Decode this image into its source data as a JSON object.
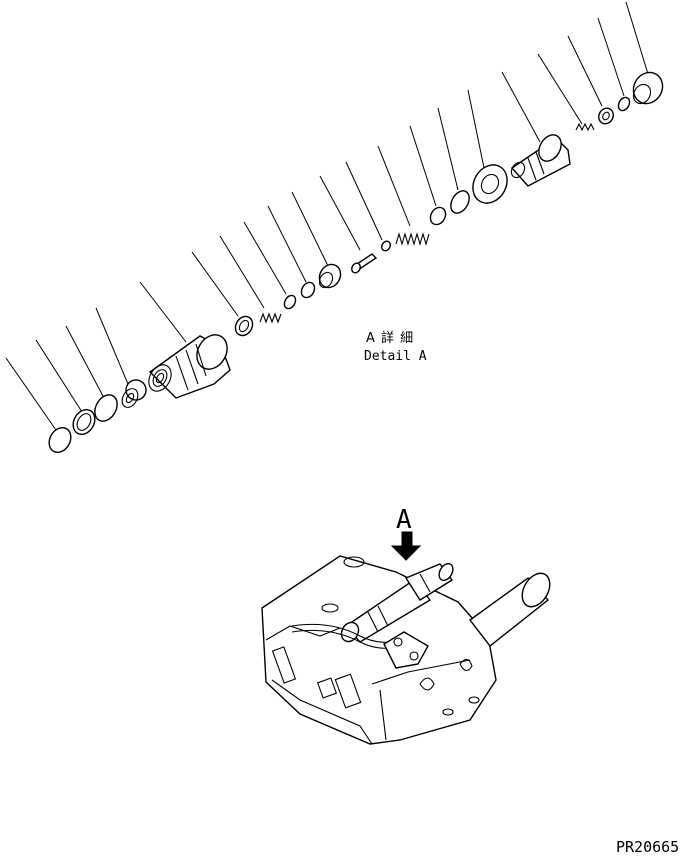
{
  "detail_label": {
    "line1": "A 詳 細",
    "line2": "Detail A"
  },
  "view_marker": "A",
  "drawing_number": "PR20665",
  "icons": {
    "view_arrow": "down-arrow-icon"
  }
}
